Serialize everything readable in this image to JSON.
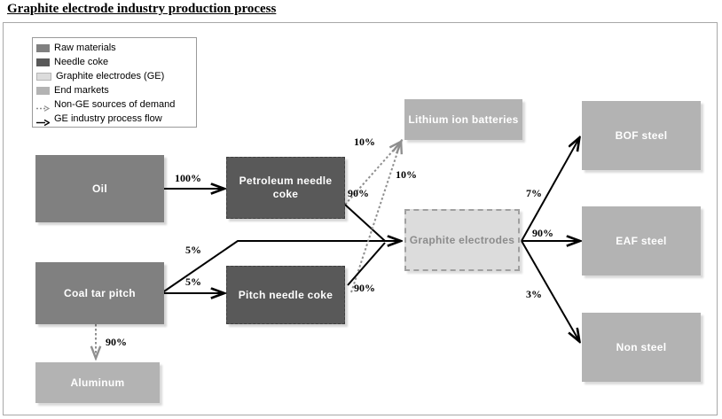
{
  "title": "Graphite electrode industry production process",
  "legend": {
    "items": [
      {
        "label": "Raw materials",
        "swatch_color": "#808080",
        "kind": "swatch"
      },
      {
        "label": "Needle coke",
        "swatch_color": "#595959",
        "kind": "swatch"
      },
      {
        "label": "Graphite electrodes (GE)",
        "swatch_color": "#dcdcdc",
        "kind": "swatch"
      },
      {
        "label": "End markets",
        "swatch_color": "#b3b3b3",
        "kind": "swatch"
      },
      {
        "label": "Non-GE sources of demand",
        "swatch_color": "#9a9a9a",
        "kind": "dashed-arrow"
      },
      {
        "label": "GE industry process flow",
        "swatch_color": "#000000",
        "kind": "solid-arrow"
      }
    ]
  },
  "nodes": {
    "oil": "Oil",
    "coal_tar_pitch": "Coal tar pitch",
    "petroleum_needle_coke": "Petroleum needle coke",
    "pitch_needle_coke": "Pitch needle coke",
    "graphite_electrodes": "Graphite electrodes",
    "lithium_ion_batteries": "Lithium ion batteries",
    "aluminum": "Aluminum",
    "bof_steel": "BOF steel",
    "eaf_steel": "EAF steel",
    "non_steel": "Non steel"
  },
  "edge_labels": {
    "oil_to_petroleum": "100%",
    "pitch_to_bypass": "5%",
    "pitch_to_pitch_coke": "5%",
    "pitch_to_aluminum": "90%",
    "petroleum_to_lithium": "10%",
    "petroleum_to_ge": "90%",
    "pitch_coke_to_lithium": "10%",
    "pitch_coke_to_ge": "90%",
    "ge_to_bof": "7%",
    "ge_to_eaf": "90%",
    "ge_to_non_steel": "3%"
  },
  "chart_data": {
    "type": "diagram",
    "title": "Graphite electrode industry production process",
    "nodes": [
      {
        "id": "oil",
        "label": "Oil",
        "category": "Raw materials"
      },
      {
        "id": "coal_tar_pitch",
        "label": "Coal tar pitch",
        "category": "Raw materials"
      },
      {
        "id": "petroleum_needle_coke",
        "label": "Petroleum needle coke",
        "category": "Needle coke"
      },
      {
        "id": "pitch_needle_coke",
        "label": "Pitch needle coke",
        "category": "Needle coke"
      },
      {
        "id": "graphite_electrodes",
        "label": "Graphite electrodes",
        "category": "Graphite electrodes (GE)"
      },
      {
        "id": "lithium_ion_batteries",
        "label": "Lithium ion batteries",
        "category": "End markets"
      },
      {
        "id": "aluminum",
        "label": "Aluminum",
        "category": "End markets"
      },
      {
        "id": "bof_steel",
        "label": "BOF steel",
        "category": "End markets"
      },
      {
        "id": "eaf_steel",
        "label": "EAF steel",
        "category": "End markets"
      },
      {
        "id": "non_steel",
        "label": "Non steel",
        "category": "End markets"
      }
    ],
    "edges": [
      {
        "from": "oil",
        "to": "petroleum_needle_coke",
        "value": "100%",
        "style": "solid"
      },
      {
        "from": "coal_tar_pitch",
        "to": "graphite_electrodes",
        "value": "5%",
        "style": "solid"
      },
      {
        "from": "coal_tar_pitch",
        "to": "pitch_needle_coke",
        "value": "5%",
        "style": "solid"
      },
      {
        "from": "coal_tar_pitch",
        "to": "aluminum",
        "value": "90%",
        "style": "dotted"
      },
      {
        "from": "petroleum_needle_coke",
        "to": "lithium_ion_batteries",
        "value": "10%",
        "style": "dotted"
      },
      {
        "from": "petroleum_needle_coke",
        "to": "graphite_electrodes",
        "value": "90%",
        "style": "solid"
      },
      {
        "from": "pitch_needle_coke",
        "to": "lithium_ion_batteries",
        "value": "10%",
        "style": "dotted"
      },
      {
        "from": "pitch_needle_coke",
        "to": "graphite_electrodes",
        "value": "90%",
        "style": "solid"
      },
      {
        "from": "graphite_electrodes",
        "to": "bof_steel",
        "value": "7%",
        "style": "solid"
      },
      {
        "from": "graphite_electrodes",
        "to": "eaf_steel",
        "value": "90%",
        "style": "solid"
      },
      {
        "from": "graphite_electrodes",
        "to": "non_steel",
        "value": "3%",
        "style": "solid"
      }
    ]
  }
}
